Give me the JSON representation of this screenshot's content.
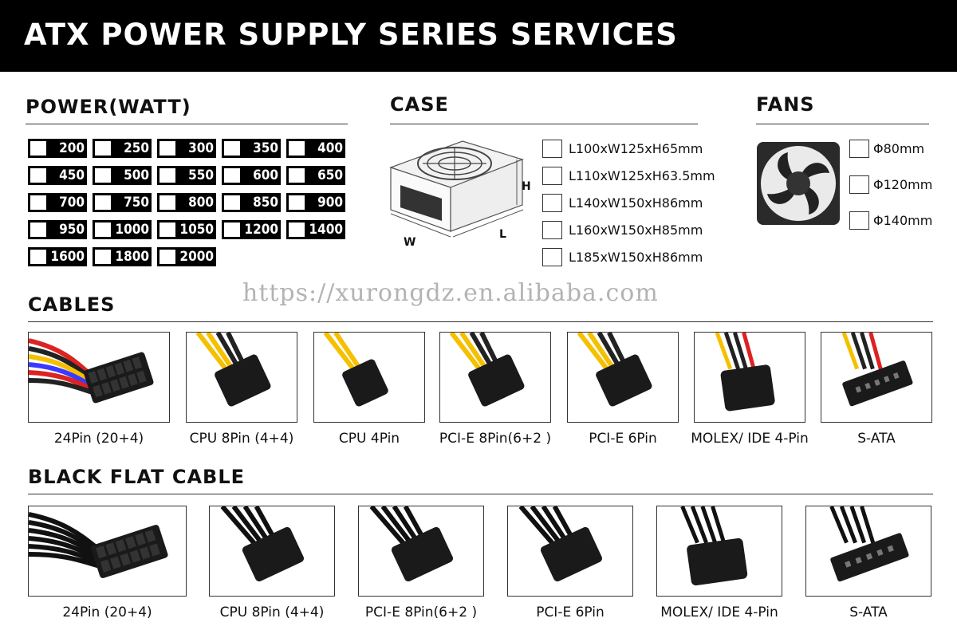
{
  "header": {
    "title": "ATX POWER SUPPLY SERIES SERVICES"
  },
  "power": {
    "title": "POWER(WATT)",
    "options": [
      "200",
      "250",
      "300",
      "350",
      "400",
      "450",
      "500",
      "550",
      "600",
      "650",
      "700",
      "750",
      "800",
      "850",
      "900",
      "950",
      "1000",
      "1050",
      "1200",
      "1400",
      "1600",
      "1800",
      "2000"
    ]
  },
  "case": {
    "title": "CASE",
    "dims": {
      "h": "H",
      "w": "W",
      "l": "L"
    },
    "options": [
      "L100xW125xH65mm",
      "L110xW125xH63.5mm",
      "L140xW150xH86mm",
      "L160xW150xH85mm",
      "L185xW150xH86mm"
    ]
  },
  "fans": {
    "title": "FANS",
    "options": [
      "Φ80mm",
      "Φ120mm",
      "Φ140mm"
    ]
  },
  "watermark": "https://xurongdz.en.alibaba.com",
  "cables": {
    "title": "CABLES",
    "items": [
      "24Pin (20+4)",
      "CPU 8Pin (4+4)",
      "CPU 4Pin",
      "PCI-E 8Pin(6+2 )",
      "PCI-E 6Pin",
      "MOLEX/ IDE 4-Pin",
      "S-ATA"
    ]
  },
  "flat": {
    "title": "BLACK FLAT CABLE",
    "items": [
      "24Pin (20+4)",
      "CPU 8Pin (4+4)",
      "PCI-E 8Pin(6+2 )",
      "PCI-E 6Pin",
      "MOLEX/ IDE 4-Pin",
      "S-ATA"
    ]
  }
}
